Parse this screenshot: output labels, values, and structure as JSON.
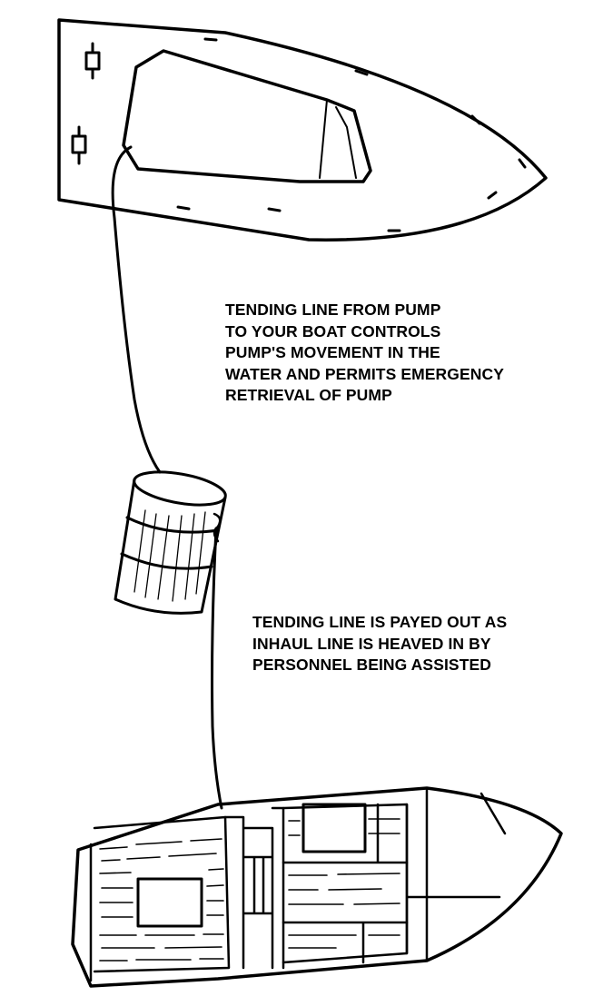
{
  "annotations": {
    "tending_line_from_pump": [
      "TENDING LINE FROM PUMP",
      "TO YOUR BOAT CONTROLS",
      "PUMP'S MOVEMENT IN THE",
      "WATER AND PERMITS EMERGENCY",
      "RETRIEVAL OF PUMP"
    ],
    "tending_line_payed_out": [
      "TENDING LINE IS PAYED OUT AS",
      "INHAUL LINE IS HEAVED IN BY",
      "PERSONNEL BEING ASSISTED"
    ]
  },
  "colors": {
    "ink": "#000000",
    "background": "#ffffff"
  }
}
